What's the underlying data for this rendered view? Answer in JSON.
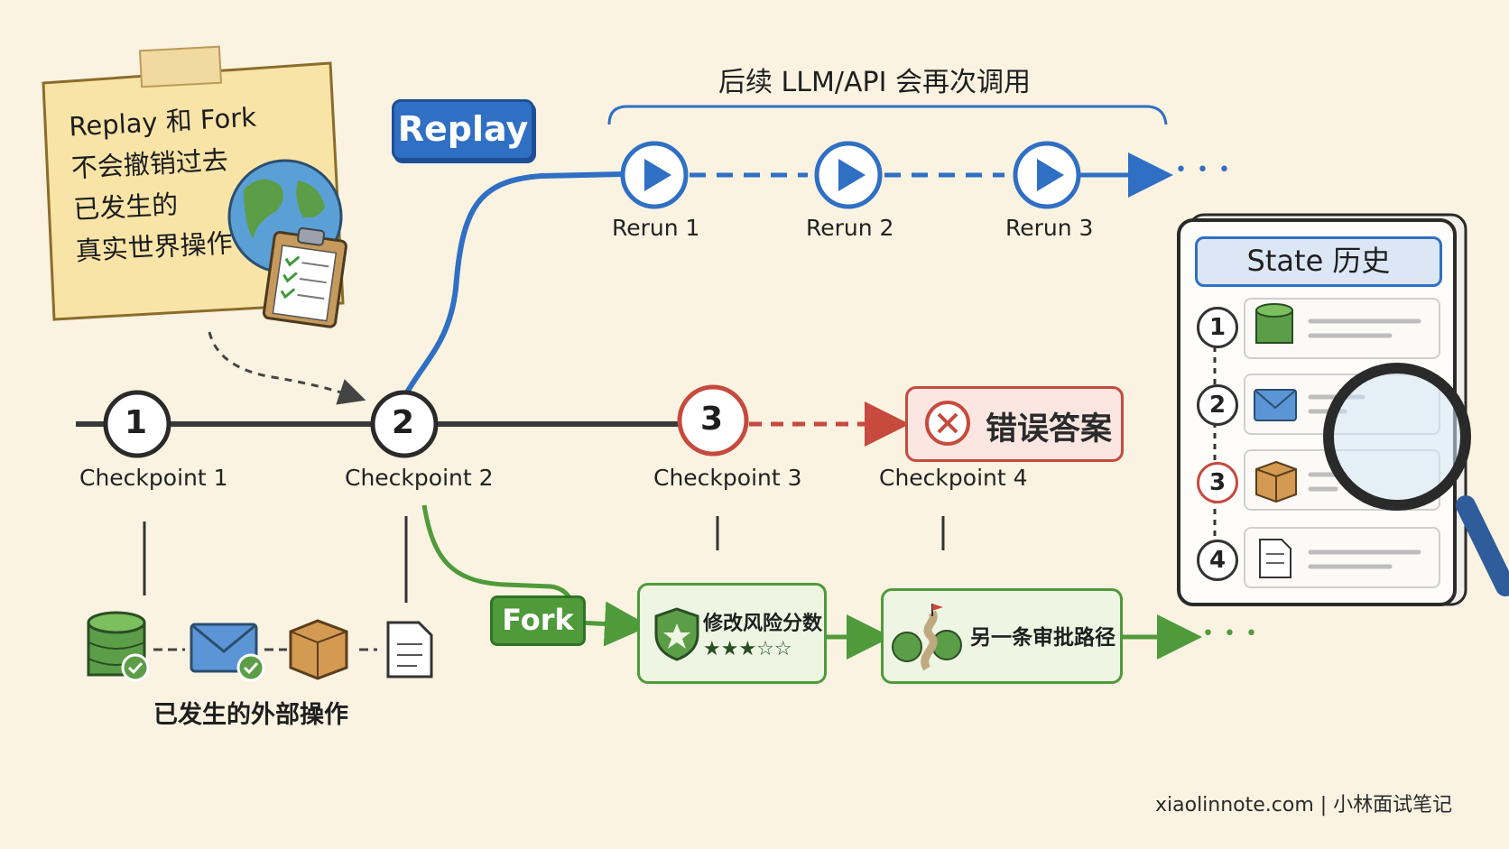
{
  "note": {
    "lines": [
      "Replay 和 Fork",
      "不会撤销过去",
      "已发生的",
      "真实世界操作"
    ]
  },
  "replay": {
    "tag": "Replay",
    "title": "后续 LLM/API 会再次调用",
    "reruns": [
      "Rerun 1",
      "Rerun 2",
      "Rerun 3"
    ],
    "ellipsis": "• • •"
  },
  "checkpoints": [
    {
      "number": "1",
      "label": "Checkpoint 1"
    },
    {
      "number": "2",
      "label": "Checkpoint 2"
    },
    {
      "number": "3",
      "label": "Checkpoint 3"
    },
    {
      "label": "Checkpoint 4"
    }
  ],
  "error_box": {
    "text": "错误答案"
  },
  "external_ops": {
    "label": "已发生的外部操作"
  },
  "fork": {
    "tag": "Fork",
    "step1": "修改风险分数",
    "step1_stars": "★★★☆☆",
    "step2": "另一条审批路径",
    "ellipsis": "• • •"
  },
  "state_history": {
    "title": "State 历史",
    "rows": [
      "1",
      "2",
      "3",
      "4"
    ]
  },
  "footer": {
    "credit": "xiaolinnote.com  |  小林面试笔记"
  },
  "colors": {
    "background": "#fbf3e1",
    "replay_blue": "#2f6fc4",
    "fork_green": "#4f9a3a",
    "error_red": "#c64a3e",
    "timeline": "#3a3a3a"
  }
}
